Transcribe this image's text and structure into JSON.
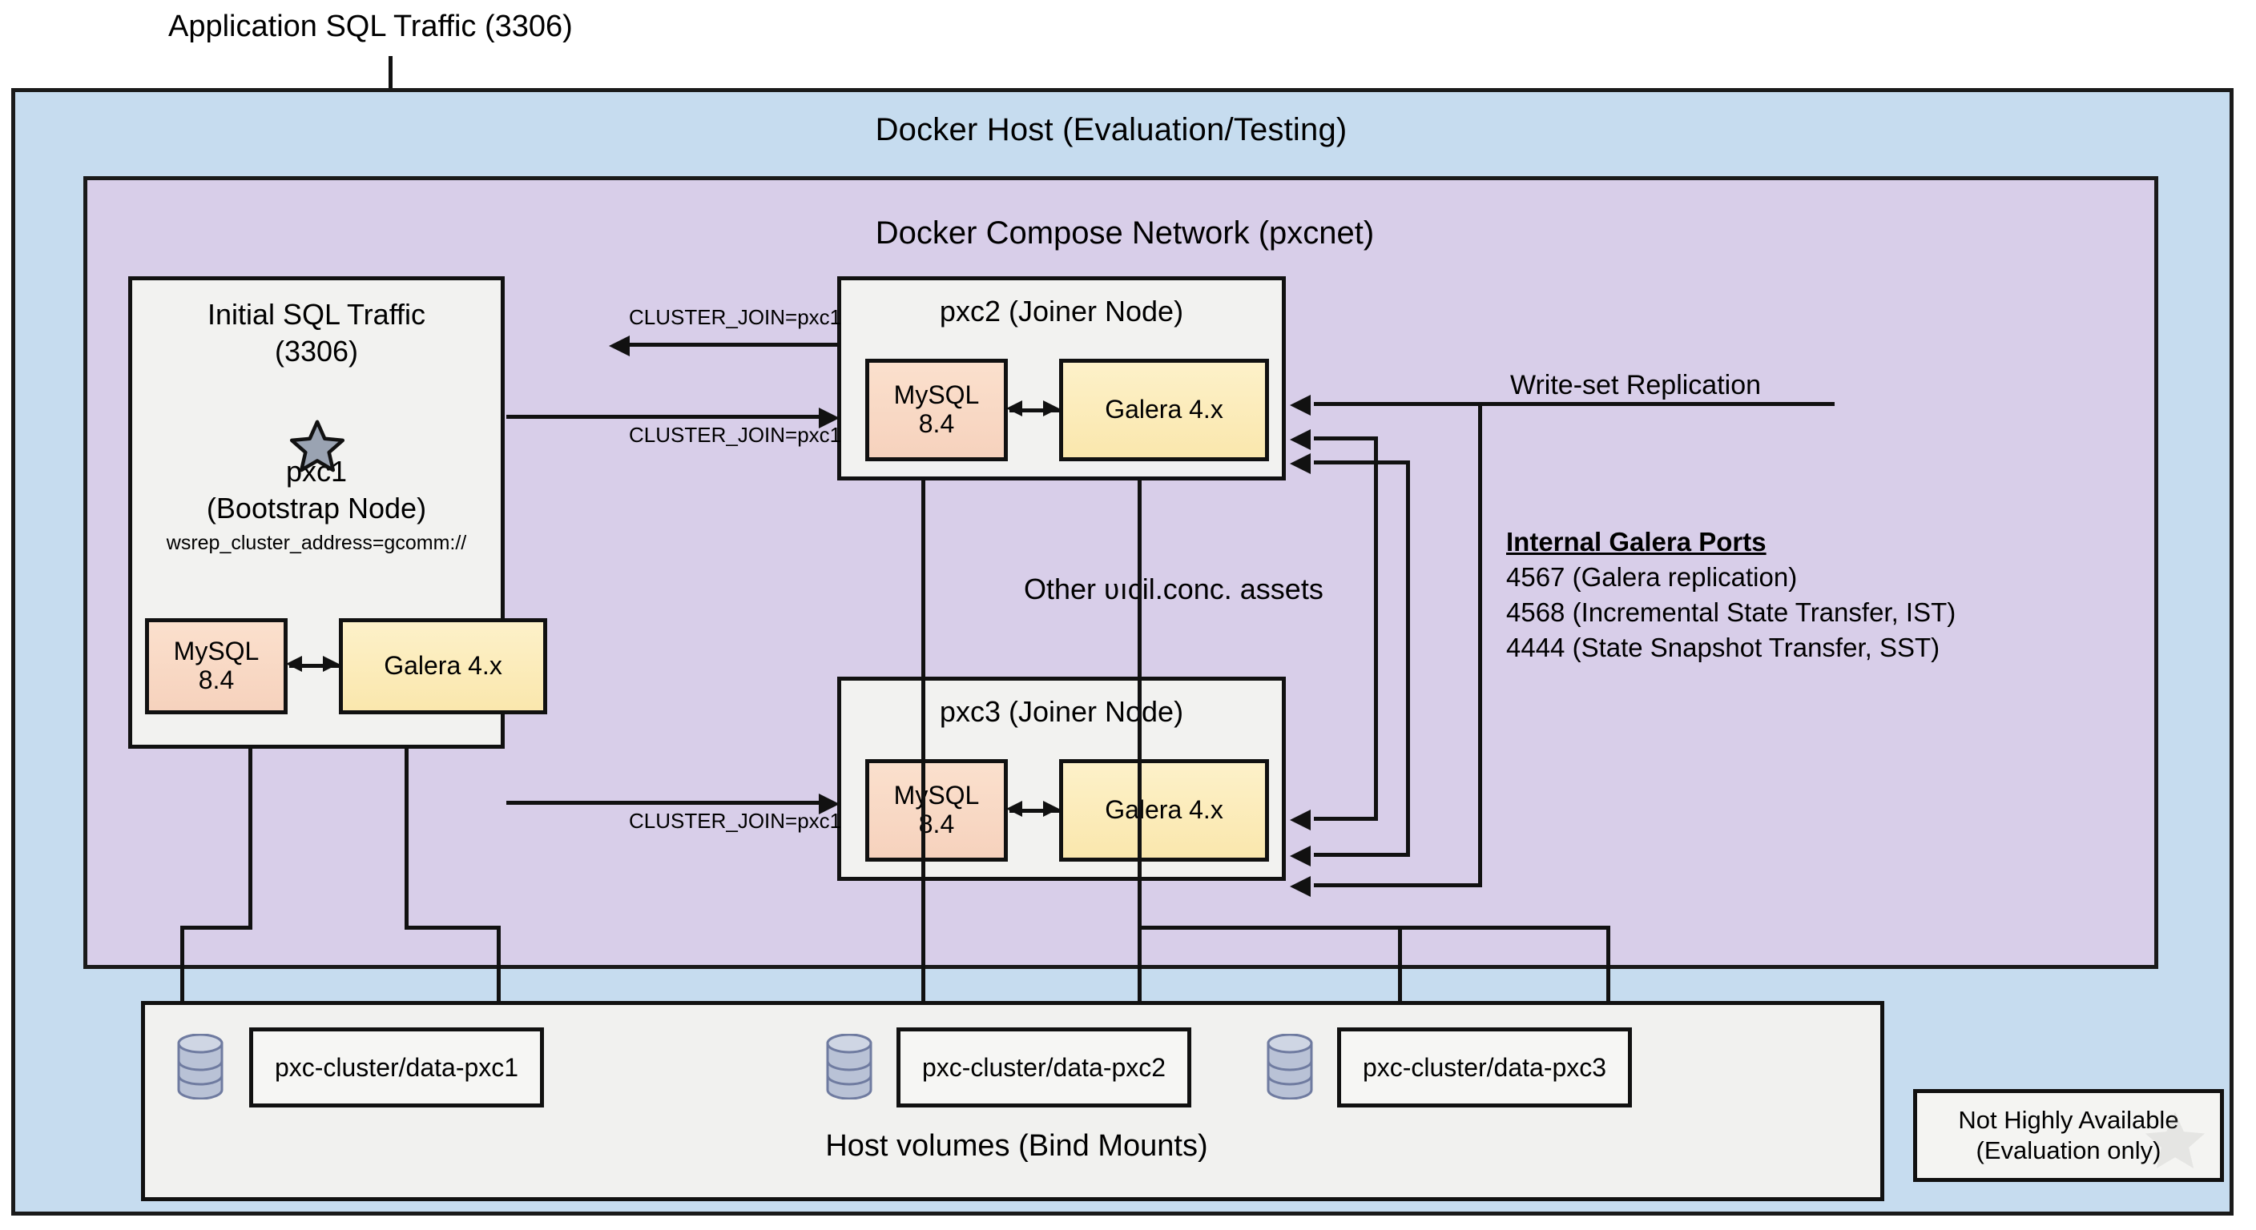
{
  "top_annotation": {
    "label": "Application SQL Traffic (3306)"
  },
  "host": {
    "title": "Docker Host (Evaluation/Testing)"
  },
  "network": {
    "title": "Docker Compose Network (pxcnet)"
  },
  "nodes": {
    "pxc1": {
      "traffic_line1": "Initial SQL Traffic",
      "traffic_line2": "(3306)",
      "name": "pxc1",
      "role": "(Bootstrap Node)",
      "config": "wsrep_cluster_address=gcomm://",
      "mysql": {
        "line1": "MySQL",
        "line2": "8.4"
      },
      "galera": {
        "label": "Galera 4.x"
      }
    },
    "pxc2": {
      "title": "pxc2 (Joiner Node)",
      "mysql": {
        "line1": "MySQL",
        "line2": "8.4"
      },
      "galera": {
        "label": "Galera 4.x"
      }
    },
    "pxc3": {
      "title": "pxc3 (Joiner Node)",
      "mysql": {
        "line1": "MySQL",
        "line2": "8.4"
      },
      "galera": {
        "label": "Galera 4.x"
      }
    }
  },
  "edges": {
    "join_pxc2_out": "CLUSTER_JOIN=pxc1",
    "join_pxc2_in": "CLUSTER_JOIN=pxc1",
    "join_pxc3": "CLUSTER_JOIN=pxc1"
  },
  "middle_note": "Other ʋıcil.conc. assets",
  "replication": {
    "label": "Write-set Replication"
  },
  "ports": {
    "title": "Internal Galera Ports",
    "items": [
      "4567 (Galera replication)",
      "4568 (Incremental State Transfer, IST)",
      "4444 (State Snapshot Transfer, SST)"
    ]
  },
  "volumes": {
    "title": "Host volumes (Bind Mounts)",
    "items": [
      {
        "label": "pxc-cluster/data-pxc1"
      },
      {
        "label": "pxc-cluster/data-pxc2"
      },
      {
        "label": "pxc-cluster/data-pxc3"
      }
    ]
  },
  "warning": {
    "line1": "Not Highly Available",
    "line2": "(Evaluation only)"
  },
  "colors": {
    "host_bg": "#c6dcef",
    "network_bg": "#d8cee9",
    "node_bg": "#f2f2f0",
    "mysql_chip": "#f9dcc8",
    "galera_chip": "#fbeab4",
    "stroke": "#111111",
    "cylinder": "#b9c2d6"
  }
}
